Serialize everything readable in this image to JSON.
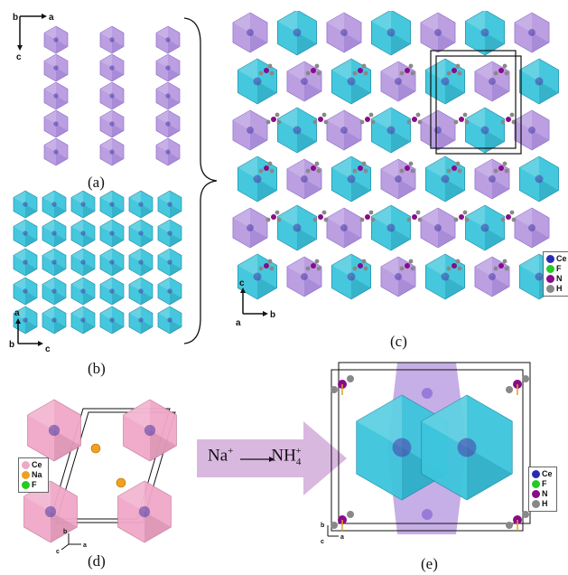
{
  "panels": {
    "a": {
      "caption": "(a)",
      "axes": {
        "horizontal": "a",
        "vertical": "c",
        "origin": "b"
      }
    },
    "b": {
      "caption": "(b)",
      "axes": {
        "horizontal": "c",
        "vertical": "a",
        "origin": "b"
      }
    },
    "c": {
      "caption": "(c)",
      "axes": {
        "horizontal": "b",
        "vertical": "c",
        "origin": "a"
      }
    },
    "d": {
      "caption": "(d)",
      "axes": {
        "horizontal": "a",
        "vertical": "b",
        "origin": "c"
      }
    },
    "e": {
      "caption": "(e)",
      "axes": {
        "horizontal": "a",
        "vertical": "b",
        "origin": "c"
      }
    }
  },
  "legend_c": [
    {
      "label": "Ce",
      "color": "#2a2ab8"
    },
    {
      "label": "F",
      "color": "#22cc22"
    },
    {
      "label": "N",
      "color": "#8a0a8a"
    },
    {
      "label": "H",
      "color": "#888888"
    }
  ],
  "legend_d": [
    {
      "label": "Ce",
      "color": "#f0a8c8"
    },
    {
      "label": "Na",
      "color": "#f0a020"
    },
    {
      "label": "F",
      "color": "#22cc22"
    }
  ],
  "legend_e": [
    {
      "label": "Ce",
      "color": "#2a2ab8"
    },
    {
      "label": "F",
      "color": "#22cc22"
    },
    {
      "label": "N",
      "color": "#8a0a8a"
    },
    {
      "label": "H",
      "color": "#888888"
    }
  ],
  "reaction": {
    "from": "Na",
    "from_sup": "+",
    "to": "NH",
    "to_sub": "4",
    "to_sup": "+"
  },
  "colors": {
    "purple_poly": "#b89ae0",
    "cyan_poly": "#3cc6dc",
    "pink_poly": "#f0a8c8",
    "arrow_fill": "#d9b8e0"
  }
}
